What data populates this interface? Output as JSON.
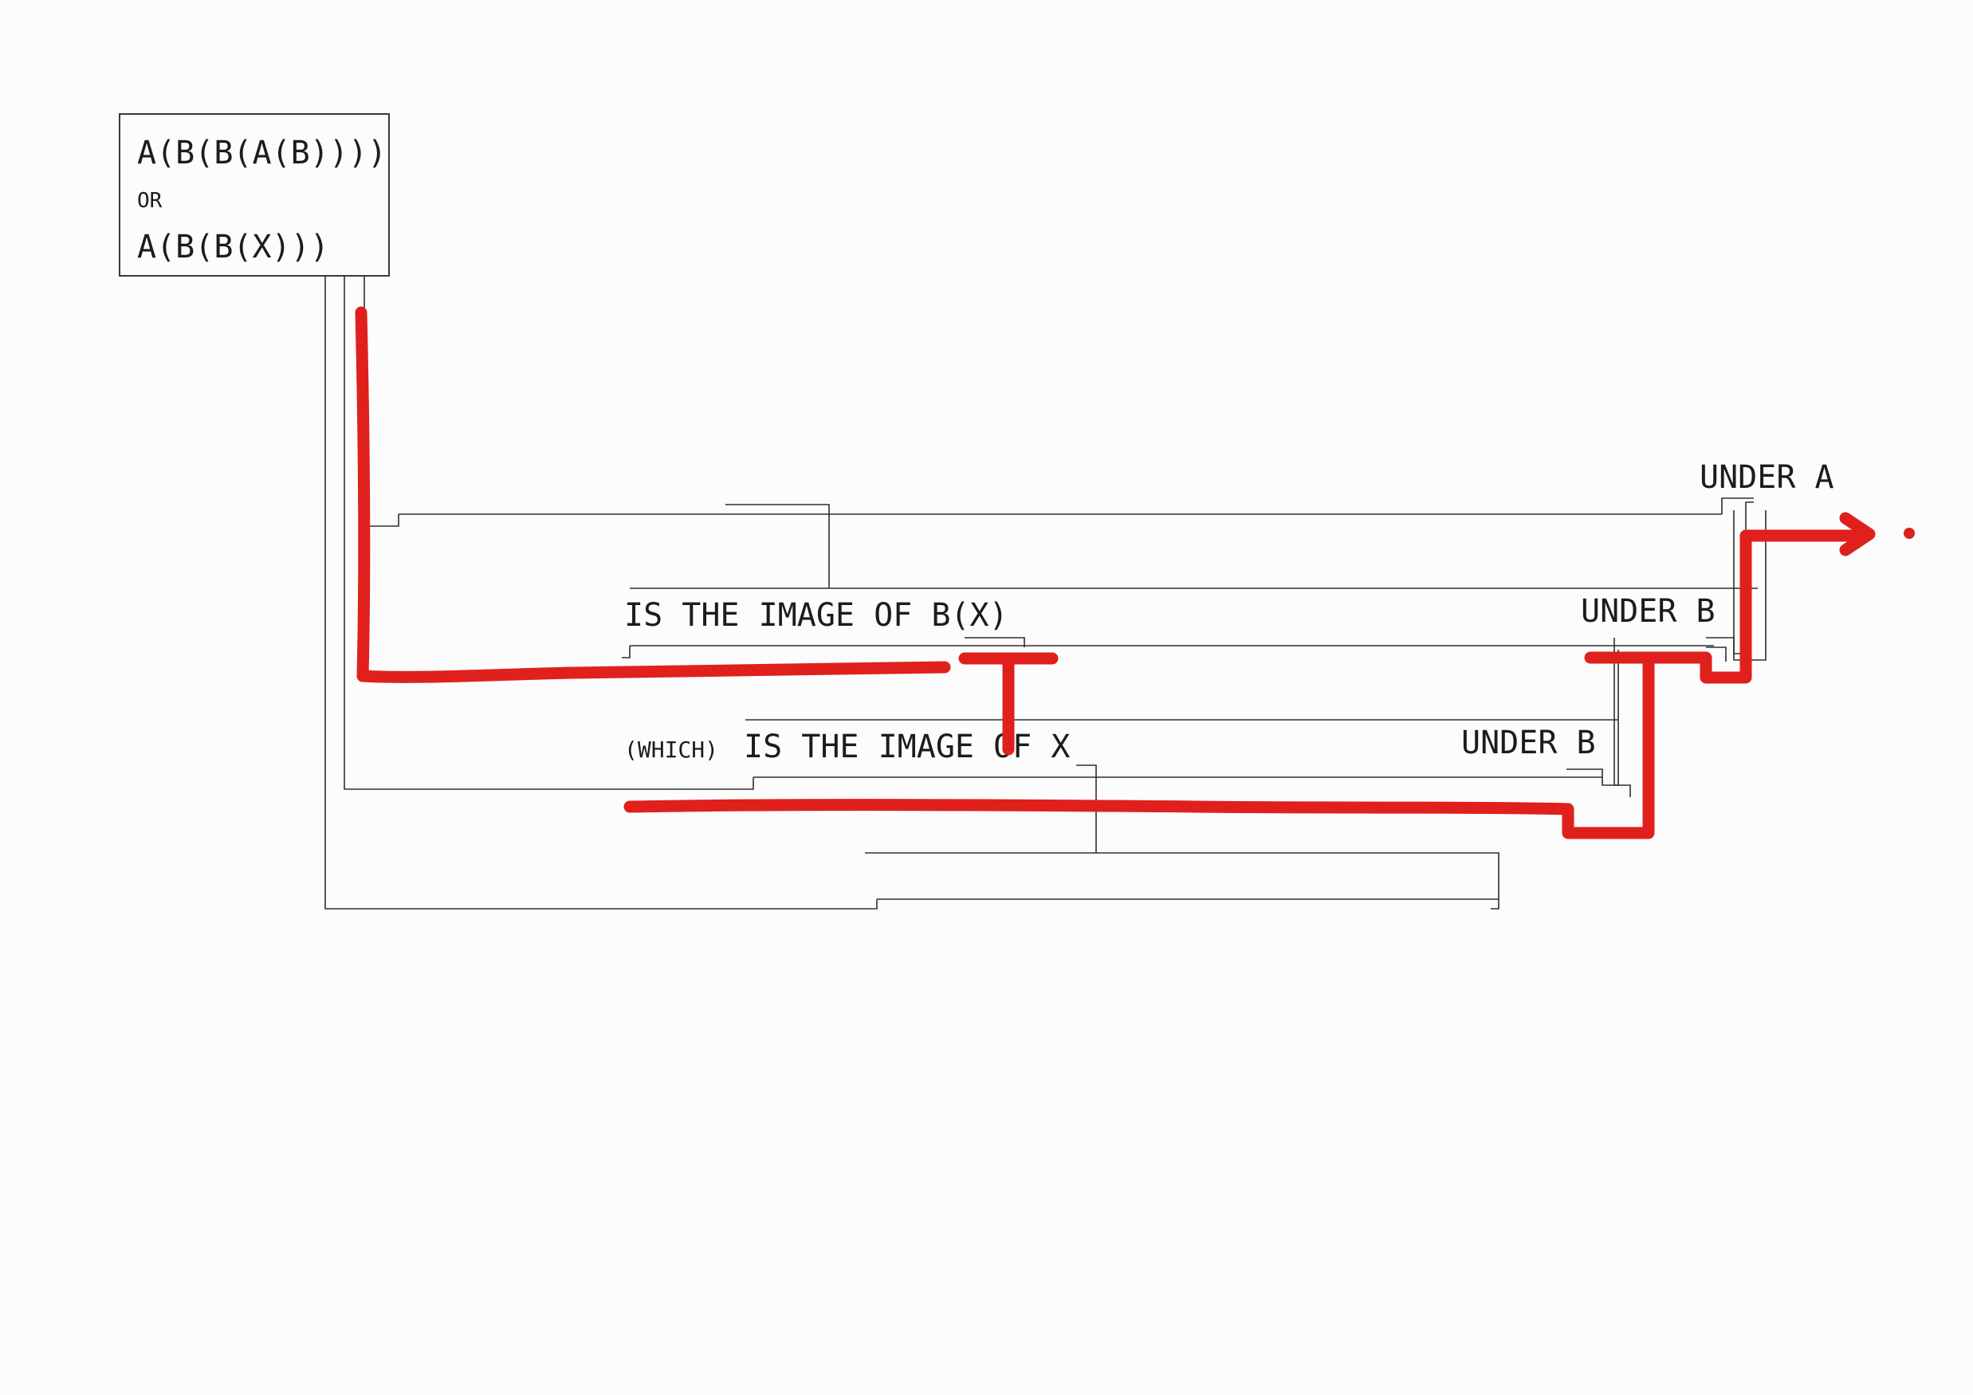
{
  "formula": {
    "line1": "A(B(B(A(B))))",
    "connector": "OR",
    "line2": "A(B(B(X)))"
  },
  "labels": {
    "under_a": "UNDER A",
    "image_of_bx": "IS THE IMAGE OF B(X)",
    "under_b_upper": "UNDER B",
    "which": "(WHICH)",
    "image_of_x": "IS THE IMAGE OF X",
    "under_b_lower": "UNDER B"
  },
  "colors": {
    "ink": "#2e2e2e",
    "marker": "#e0201c",
    "paper": "#fcfcfc"
  }
}
